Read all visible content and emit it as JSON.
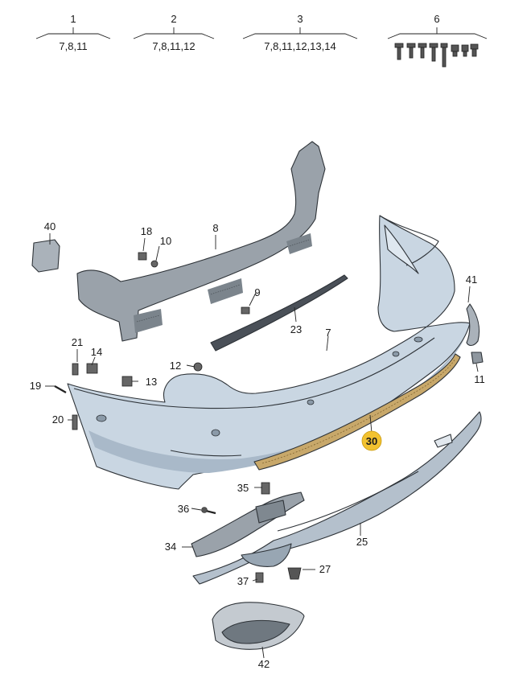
{
  "groups": [
    {
      "number": "1",
      "refs": "7,8,11"
    },
    {
      "number": "2",
      "refs": "7,8,11,12"
    },
    {
      "number": "3",
      "refs": "7,8,11,12,13,14"
    },
    {
      "number": "6",
      "refs": ""
    }
  ],
  "callouts": {
    "c40": "40",
    "c18": "18",
    "c10": "10",
    "c8": "8",
    "c9": "9",
    "c23": "23",
    "c7": "7",
    "c41": "41",
    "c11": "11",
    "c21": "21",
    "c14": "14",
    "c12": "12",
    "c19": "19",
    "c13": "13",
    "c20": "20",
    "c30": "30",
    "c35": "35",
    "c36": "36",
    "c25": "25",
    "c34": "34",
    "c37": "37",
    "c27": "27",
    "c42": "42"
  },
  "colors": {
    "bumper": "#c9d6e2",
    "bumper_shade": "#a9b9c9",
    "bracket": "#9aa2aa",
    "diffuser": "#b4c0cc",
    "highlight_strip": "#c8a86a",
    "highlight_badge": "#f2c230",
    "line": "#222222"
  }
}
